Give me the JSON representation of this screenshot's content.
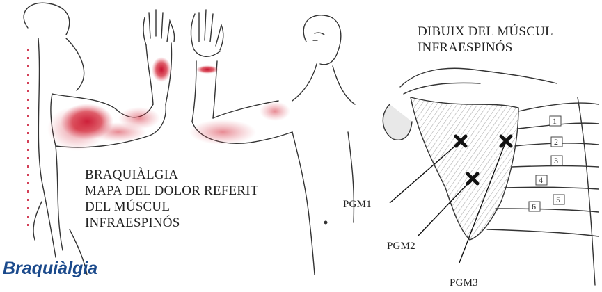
{
  "left_panel": {
    "title_lines": [
      "BRAQUIÀLGIA",
      "MAPA DEL DOLOR REFERIT",
      "DEL MÚSCUL",
      "INFRAESPINÓS"
    ]
  },
  "right_panel": {
    "title_lines": [
      "DIBUIX DEL MÚSCUL",
      "INFRAESPINÓS"
    ],
    "trigger_points": [
      "PGM1",
      "PGM2",
      "PGM3"
    ],
    "rib_numbers": [
      "1",
      "2",
      "3",
      "4",
      "5",
      "6"
    ]
  },
  "caption": "Braquiàlgia",
  "colors": {
    "pain": "#c8102e",
    "ink": "#222222",
    "caption": "#1b4a8c",
    "muscle": "#6e6e6e"
  }
}
